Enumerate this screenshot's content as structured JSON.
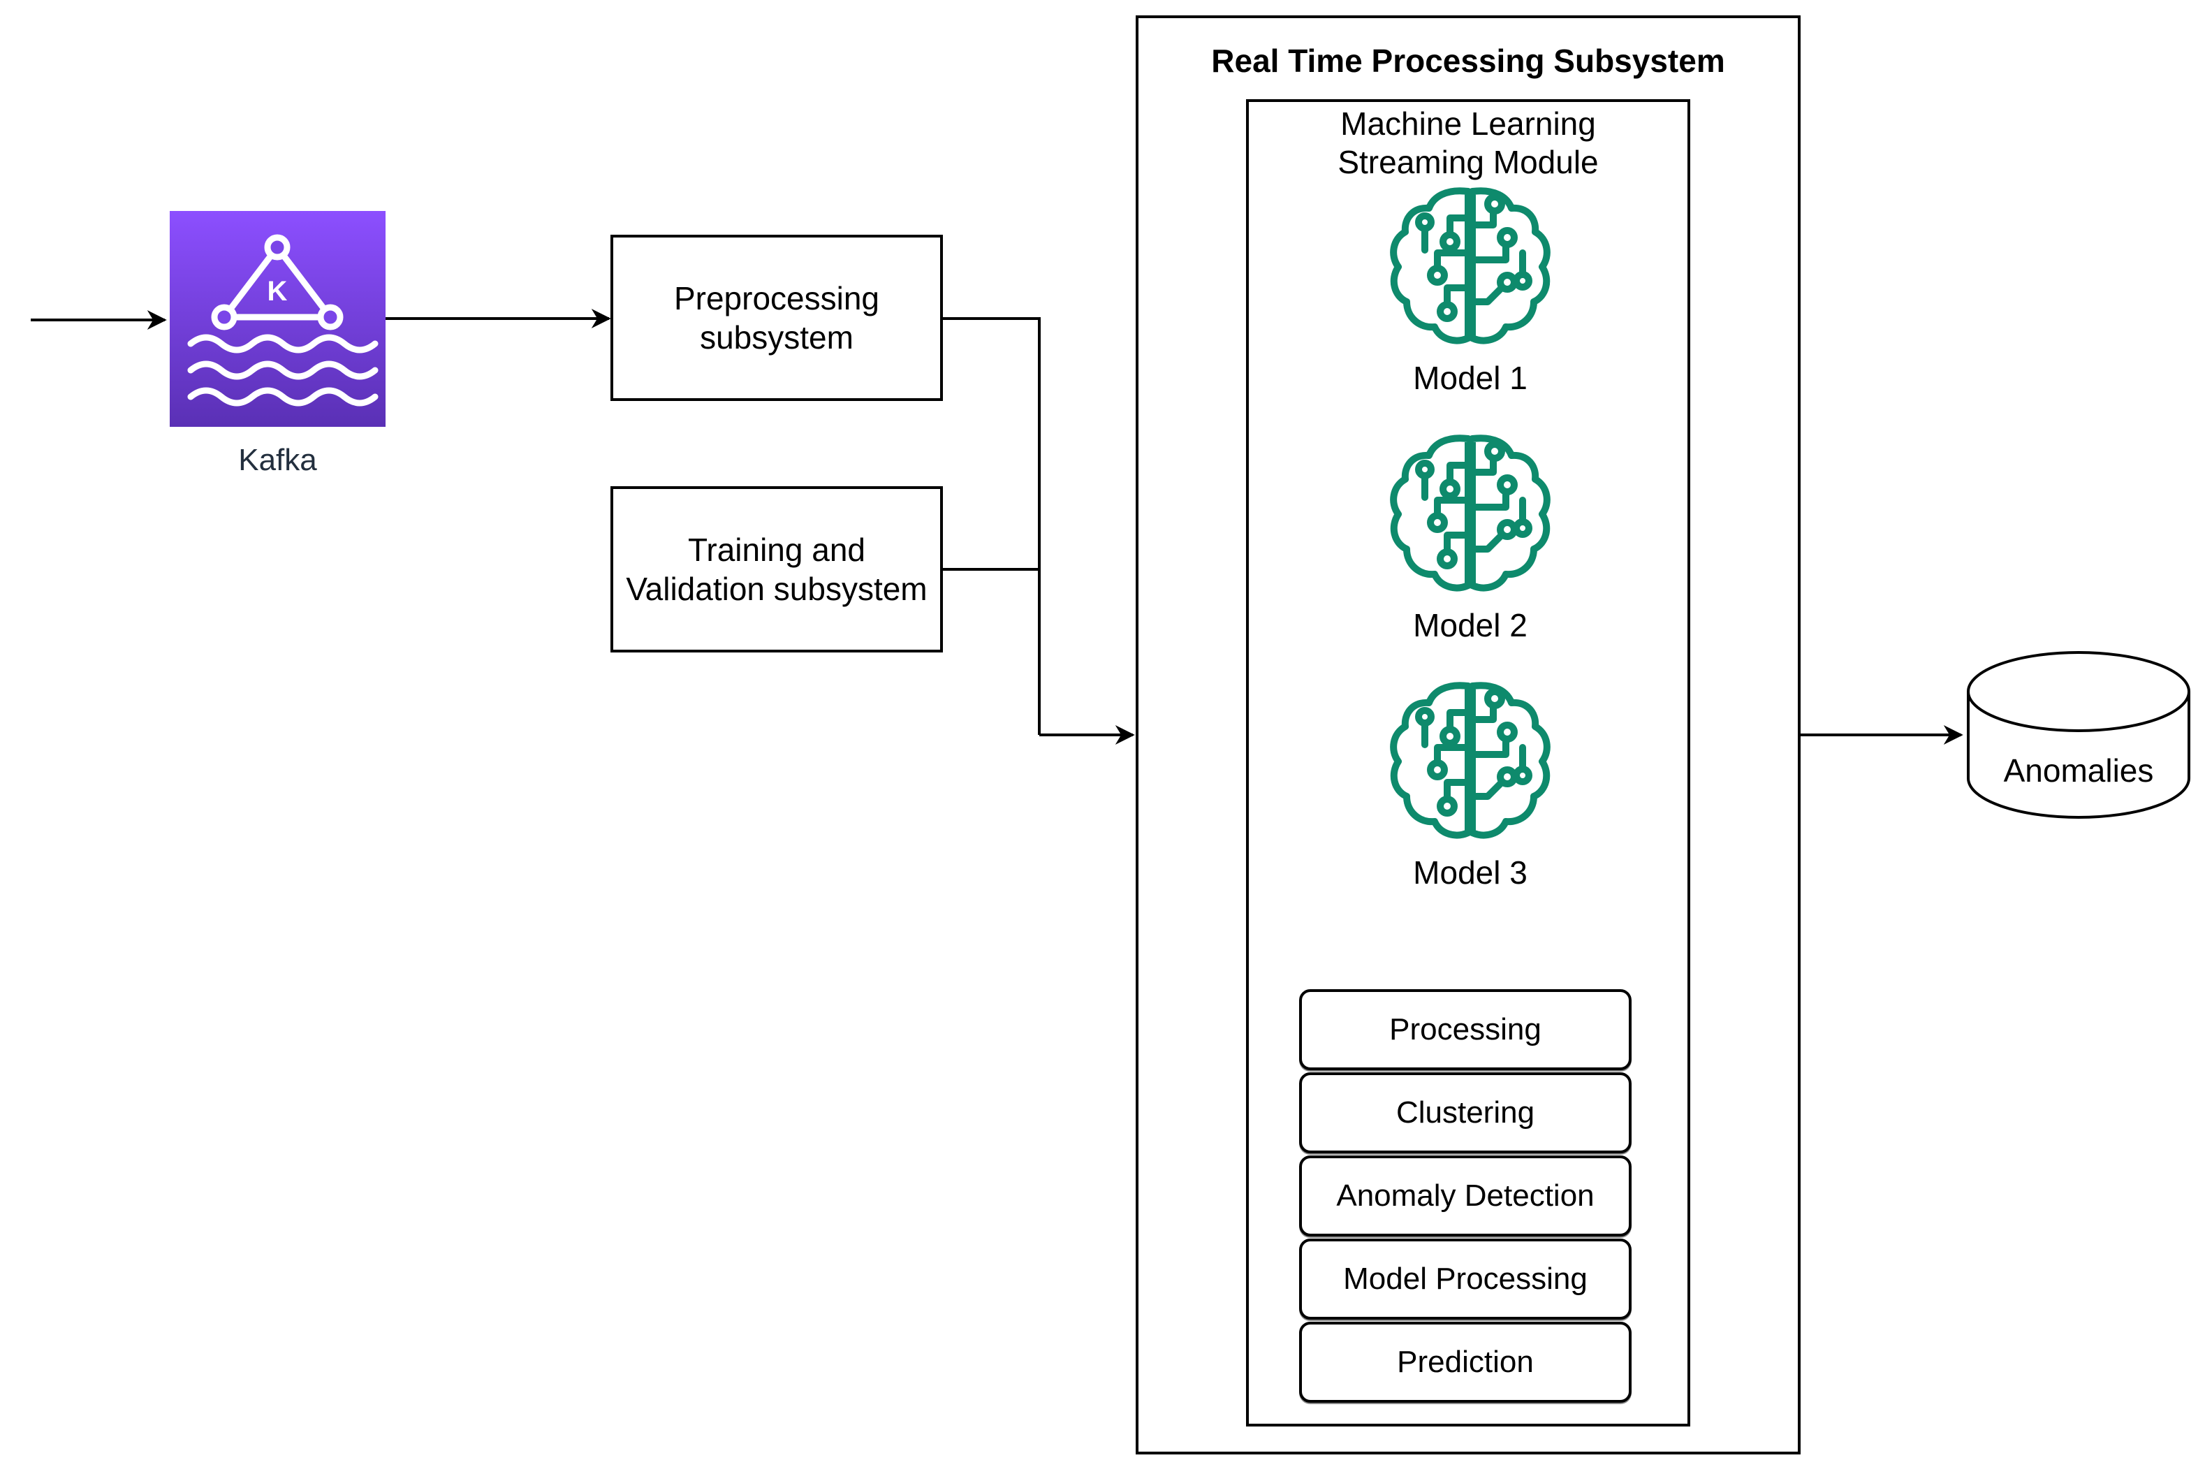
{
  "kafka": {
    "label": "Kafka",
    "icon": "kafka-streams-icon",
    "icon_letter": "K",
    "color_top": "#8C4FFF",
    "color_bottom": "#5A30B5"
  },
  "preprocessing": {
    "label_line1": "Preprocessing",
    "label_line2": "subsystem"
  },
  "training": {
    "label_line1": "Training and",
    "label_line2": "Validation subsystem"
  },
  "realtime": {
    "title": "Real Time Processing Subsystem",
    "module": {
      "title_line1": "Machine Learning",
      "title_line2": "Streaming Module",
      "models": [
        {
          "label": "Model 1",
          "icon": "brain-circuit-icon"
        },
        {
          "label": "Model 2",
          "icon": "brain-circuit-icon"
        },
        {
          "label": "Model 3",
          "icon": "brain-circuit-icon"
        }
      ],
      "model_color": "#0E8A6C",
      "steps": [
        "Processing",
        "Clustering",
        "Anomaly Detection",
        "Model Processing",
        "Prediction"
      ]
    }
  },
  "output": {
    "label": "Anomalies",
    "icon": "database-cylinder-icon"
  }
}
